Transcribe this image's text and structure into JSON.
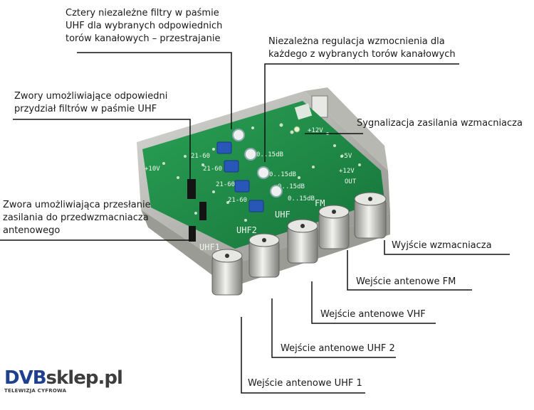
{
  "labels": {
    "filters": [
      "Cztery niezależne filtry w paśmie",
      "UHF dla wybranych odpowiednich",
      "torów kanałowych – przestrajanie"
    ],
    "gain": [
      "Niezależna regulacja wzmocnienia dla",
      "każdego z wybranych torów kanałowych"
    ],
    "jumpers": [
      "Zwory umożliwiające odpowiedni",
      "przydział filtrów w paśmie UHF"
    ],
    "power_led": [
      "Sygnalizacja zasilania wzmacniacza"
    ],
    "preamp_jumper": [
      "Zwora umożliwiająca przesłanie",
      "zasilania do przedwzmacniacza",
      "antenowego"
    ],
    "output": [
      "Wyjście wzmacniacza"
    ],
    "in_fm": [
      "Wejście antenowe FM"
    ],
    "in_vhf": [
      "Wejście antenowe VHF"
    ],
    "in_uhf2": [
      "Wejście antenowe UHF 2"
    ],
    "in_uhf1": [
      "Wejście antenowe UHF 1"
    ]
  },
  "board_text": {
    "v12": "+12V",
    "v10": "+10V",
    "v5": "+5V",
    "v12b": "+12V",
    "out": "OUT",
    "uhf1": "UHF1",
    "uhf2": "UHF2",
    "uhf": "UHF",
    "fm": "FM",
    "db": "0..15dB",
    "ch": "21-60"
  },
  "logo": {
    "dvb": "DVB",
    "sklep": "sklep.pl",
    "tagline": "TELEWIZJA CYFROWA"
  },
  "colors": {
    "board": "#1f8f4a",
    "housing": "#c9c9c4",
    "logo_blue": "#1f3f8f"
  }
}
